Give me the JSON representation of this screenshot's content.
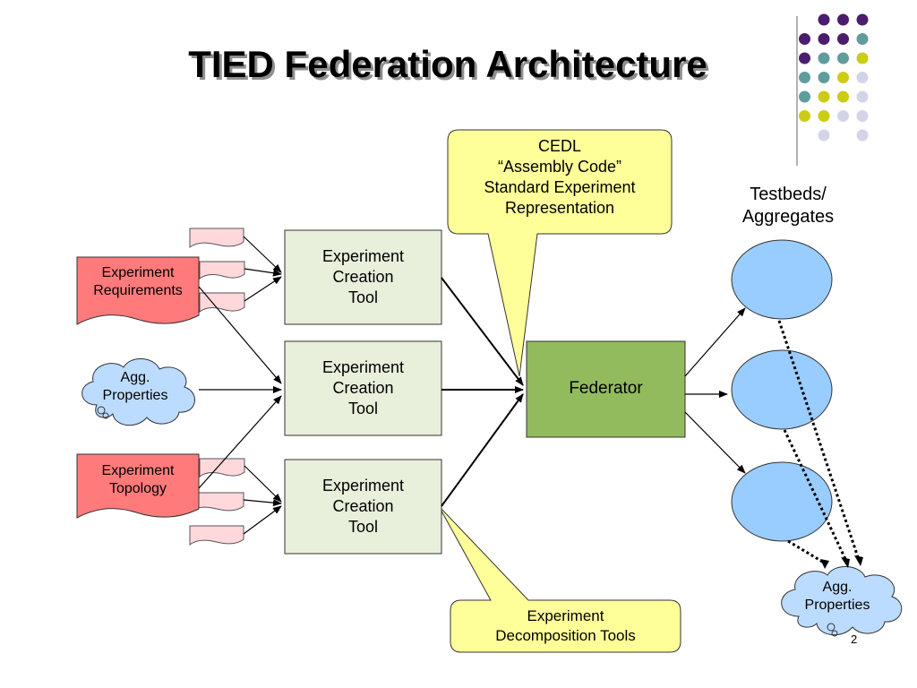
{
  "slide": {
    "title": "TIED Federation  Architecture",
    "page_number": "2"
  },
  "inputs": {
    "requirements": {
      "line1": "Experiment",
      "line2": "Requirements"
    },
    "agg_properties": {
      "line1": "Agg.",
      "line2": "Properties"
    },
    "topology": {
      "line1": "Experiment",
      "line2": "Topology"
    }
  },
  "tools": [
    {
      "line1": "Experiment",
      "line2": "Creation",
      "line3": "Tool"
    },
    {
      "line1": "Experiment",
      "line2": "Creation",
      "line3": "Tool"
    },
    {
      "line1": "Experiment",
      "line2": "Creation",
      "line3": "Tool"
    }
  ],
  "federator": {
    "label": "Federator"
  },
  "callouts": {
    "cedl": {
      "line1": "CEDL",
      "line2": "“Assembly Code”",
      "line3": "Standard Experiment",
      "line4": "Representation"
    },
    "decomposition": {
      "line1": "Experiment",
      "line2": "Decomposition  Tools"
    }
  },
  "testbeds": {
    "line1": "Testbeds/",
    "line2": "Aggregates"
  },
  "agg_output": {
    "line1": "Agg.",
    "line2": "Properties"
  },
  "colors": {
    "tool_fill": "#e8efdb",
    "federator_fill": "#92bb5e",
    "callout_fill": "#ffff99",
    "requirement_fill": "#ff7b7b",
    "doc_fill": "#ffd8dc",
    "testbed_fill": "#99ccff",
    "cloud_fill": "#bcdcff",
    "dot_purple": "#4b1d6e",
    "dot_teal": "#5f9d9c",
    "dot_yellow": "#cccc14",
    "dot_lavender": "#d4d4e8"
  }
}
